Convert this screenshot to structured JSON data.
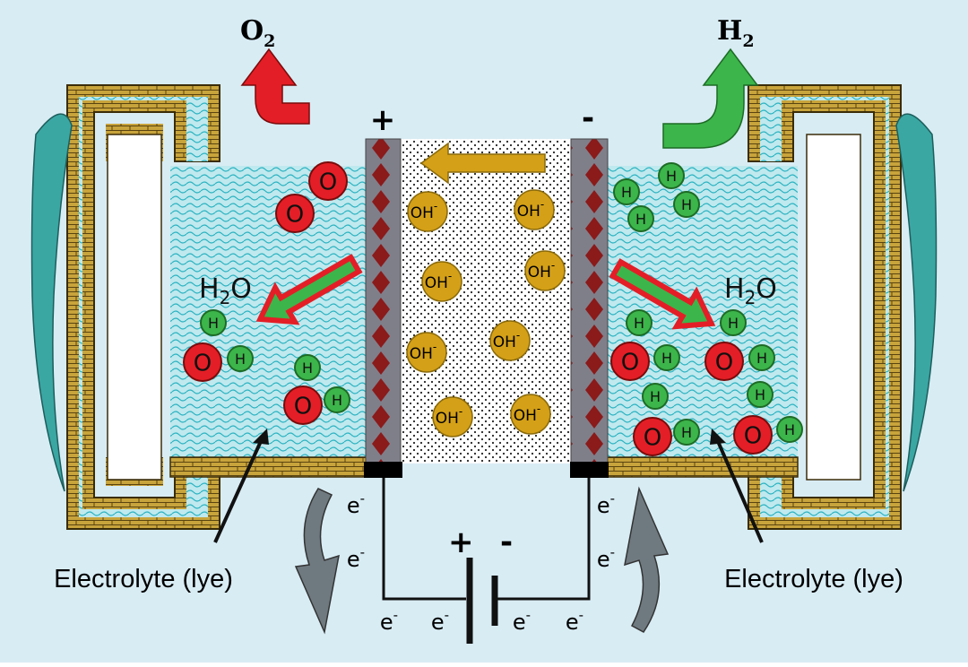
{
  "gases": {
    "anode": "O",
    "anode_sub": "2",
    "cathode": "H",
    "cathode_sub": "2"
  },
  "electrodes": {
    "positive": "+",
    "negative": "-"
  },
  "water_label": "H",
  "water_sub": "2",
  "water_o": "O",
  "atoms": {
    "oxygen": "O",
    "hydrogen": "H"
  },
  "ion_label": "OH",
  "ion_charge": "-",
  "electron_label": "e",
  "electron_charge": "-",
  "battery": {
    "positive": "+",
    "negative": "-"
  },
  "electrolyte_left": "Electrolyte (lye)",
  "electrolyte_right": "Electrolyte (lye)",
  "colors": {
    "background": "#d8ecf4",
    "electrolyte": "#bfe9ee",
    "wall": "#c4a13a",
    "oxygen": "#e41e26",
    "hydrogen": "#3cb54a",
    "ion": "#d4a017",
    "electrode": "#7f7f8a",
    "electrode_diamond": "#8b1a1a"
  }
}
